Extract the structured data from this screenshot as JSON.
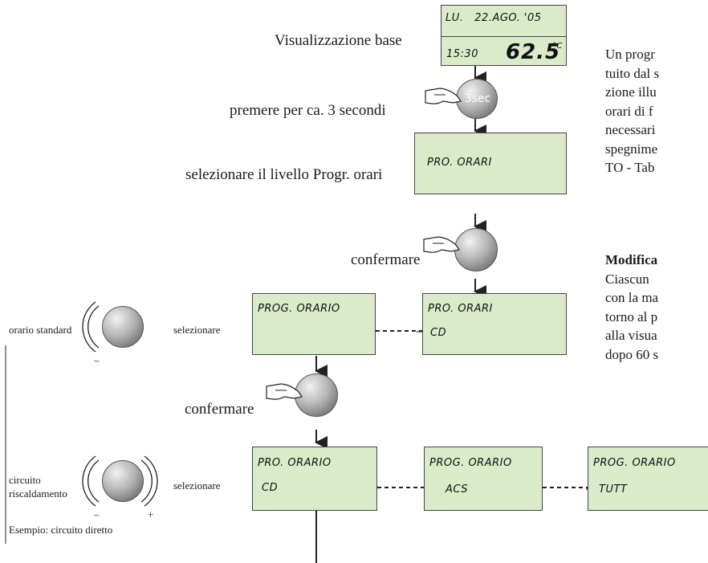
{
  "labels": {
    "base_view": "Visualizzazione base",
    "press_3s": "premere per ca. 3 secondi",
    "select_level": "selezionare il livello Progr. orari",
    "confirm1": "confermare",
    "confirm2": "confermare",
    "std_time": "orario standard",
    "select1": "selezionare",
    "circuit": "circuito\nriscaldamento",
    "select2": "selezionare",
    "example": "Esempio: circuito diretto",
    "knob_3sec": "3sec",
    "minus": "–",
    "plus": "+"
  },
  "lcd": {
    "date": "LU.   22.AGO. '05",
    "time": "15:30",
    "temp": "62.5",
    "temp_unit": "°C",
    "menu_level": "PRO. ORARI",
    "prog_orario": "PROG. ORARIO",
    "pro_orari": "PRO. ORARI",
    "cd": "CD",
    "pro_orario": "PRO. ORARIO",
    "cd2": "CD",
    "prog_orario2": "PROG. ORARIO",
    "acs": "ACS",
    "prog_orario3": "PROG. ORARIO",
    "tutt": "TUTT"
  },
  "side_text": {
    "l1": "Un progr",
    "l2": "tuito dal s",
    "l3": "zione illu",
    "l4": "orari di f",
    "l5": "necessari",
    "l6": "spegnime",
    "l7": "TO - Tab",
    "heading": "Modifica",
    "l8": "Ciascun",
    "l9": "con la ma",
    "l10": "torno al p",
    "l11": "alla visua",
    "l12": "dopo 60 s"
  }
}
